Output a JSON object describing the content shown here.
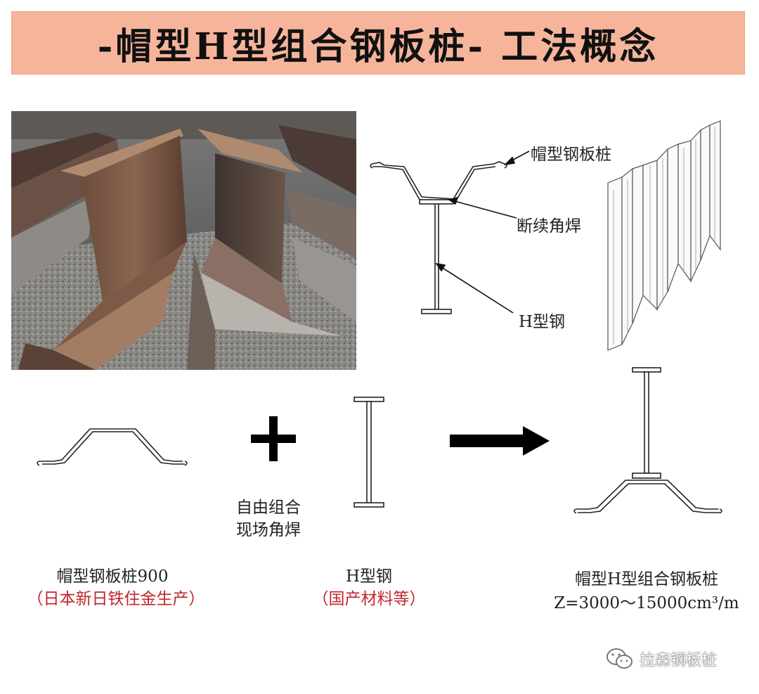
{
  "title": "-帽型H型组合钢板桩- 工法概念",
  "callouts": {
    "hat_pile": "帽型钢板桩",
    "weld": "断续角焊",
    "h_steel": "H型钢"
  },
  "components": {
    "hat": {
      "name": "帽型钢板桩900",
      "origin": "（日本新日铁住金生产）"
    },
    "combine_note_line1": "自由组合",
    "combine_note_line2": "现场角焊",
    "h": {
      "name": "H型钢",
      "origin": "（国产材料等）"
    },
    "result": {
      "name": "帽型H型组合钢板桩",
      "spec": "Z=3000～15000cm³/m"
    }
  },
  "watermark": "拉森钢板桩",
  "colors": {
    "title_bg": "#f6b59b",
    "accent_red": "#c0272d"
  }
}
